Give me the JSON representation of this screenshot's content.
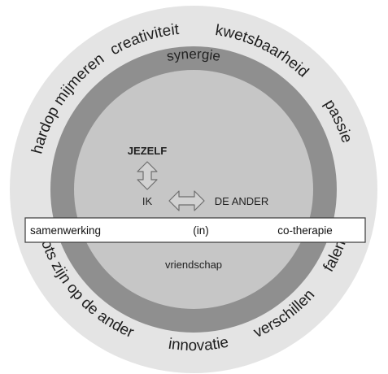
{
  "colors": {
    "outer_ring": "#e4e4e4",
    "middle_ring": "#8f8f8f",
    "inner_disk": "#c6c6c6",
    "band_fill": "#ffffff",
    "band_stroke": "#3a3a3a",
    "arrow_fill": "#d2d2d2",
    "arrow_stroke": "#6e6e6e"
  },
  "outer_ring_words": [
    "hardop mijmeren",
    "creativiteit",
    "kwetsbaarheid",
    "passie",
    "falen",
    "verschillen",
    "innovatie",
    "trots zijn op de ander"
  ],
  "middle_ring_word": "synergie",
  "inner": {
    "self_label": "JEZELF",
    "ik_label": "IK",
    "other_label": "DE ANDER",
    "friendship_label": "vriendschap"
  },
  "band": {
    "left": "samenwerking",
    "center": "(in)",
    "right": "co-therapie"
  }
}
